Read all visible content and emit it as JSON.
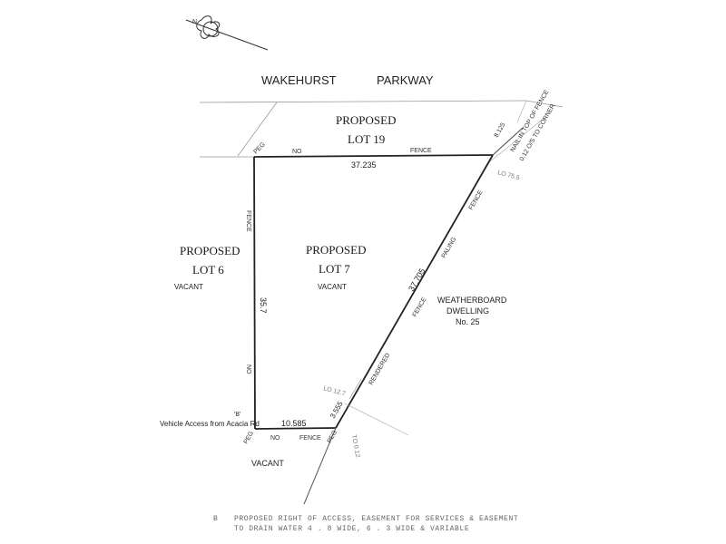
{
  "north_mark": "N",
  "road": {
    "word1": "WAKEHURST",
    "word2": "PARKWAY"
  },
  "lots": {
    "lot19": {
      "line1": "PROPOSED",
      "line2": "LOT 19"
    },
    "lot6": {
      "line1": "PROPOSED",
      "line2": "LOT 6",
      "status": "VACANT"
    },
    "lot7": {
      "line1": "PROPOSED",
      "line2": "LOT 7",
      "status": "VACANT"
    },
    "bottom_status": "VACANT"
  },
  "dwelling": {
    "line1": "WEATHERBOARD",
    "line2": "DWELLING",
    "line3": "No. 25"
  },
  "dimensions": {
    "top": "37.235",
    "left": "35.7",
    "bottom": "10.585",
    "diagonal": "37.705",
    "short": "3.555",
    "corner": "8.125"
  },
  "edge_labels": {
    "peg_top": "PEG",
    "peg_bottom": "PEG",
    "peg_right": "PEG",
    "no_top": "NO",
    "fence_top": "FENCE",
    "fence_left": "FENCE",
    "no_left": "NO",
    "no_bottom": "NO",
    "fence_bottom": "FENCE",
    "fence_diag_upper": "FENCE",
    "paling": "PALING",
    "fence_diag_mid": "FENCE",
    "rendered": "RENDERED",
    "nail": "NAIL IN TOP OF FENCE",
    "nail2": "0.12 O/S TO CORNER",
    "leader_top": "LO 75.5",
    "leader_mid": "LO 12.7",
    "leader_bottom": "TO 0.12",
    "b_label": "'B'"
  },
  "access_label": "Vehicle Access from Acacia Rd",
  "notes": {
    "marker": "B",
    "line1": "PROPOSED RIGHT OF ACCESS, EASEMENT FOR SERVICES & EASEMENT",
    "line2": "TO DRAIN WATER 4 . 8 WIDE, 6 . 3 WIDE & VARIABLE"
  }
}
